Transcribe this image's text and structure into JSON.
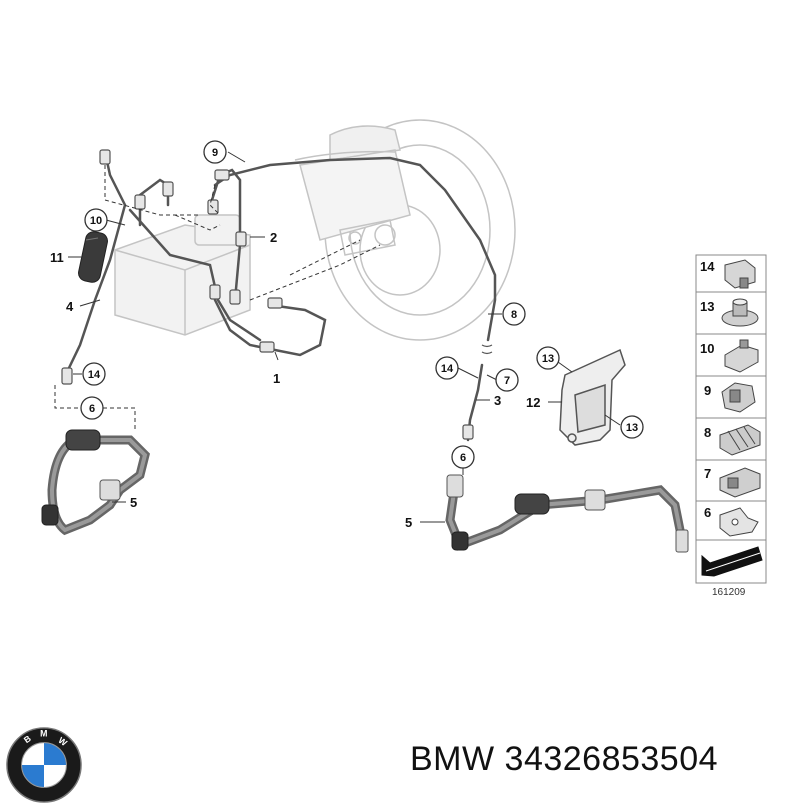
{
  "diagram": {
    "callouts": {
      "c9": "9",
      "c10": "10",
      "c11": "11",
      "c4": "4",
      "c2": "2",
      "c1": "1",
      "c14a": "14",
      "c6a": "6",
      "c5a": "5",
      "c8": "8",
      "c14b": "14",
      "c7": "7",
      "c3": "3",
      "c13a": "13",
      "c12": "12",
      "c13b": "13",
      "c6b": "6",
      "c5b": "5"
    },
    "parts_legend": [
      "14",
      "13",
      "10",
      "9",
      "8",
      "7",
      "6"
    ],
    "illustration_code": "161209"
  },
  "brand": {
    "text": "BMW 34326853504",
    "logo_letters": "BMW"
  },
  "colors": {
    "line": "#555555",
    "ghost": "#c8c8c8",
    "legend_border": "#888888",
    "logo_blue": "#2b7bd0"
  }
}
